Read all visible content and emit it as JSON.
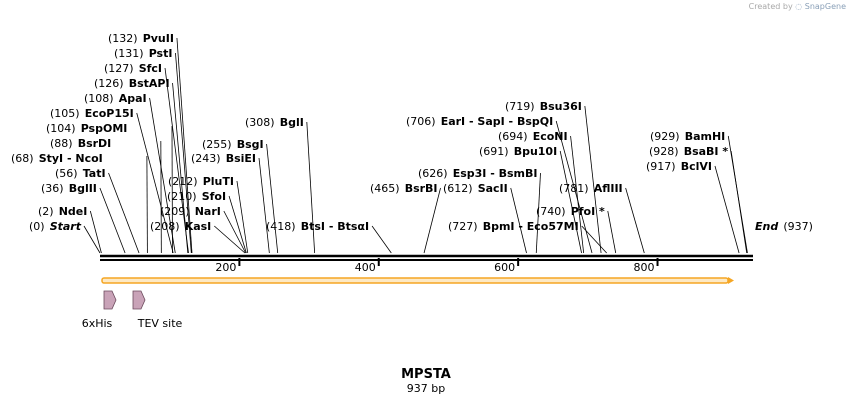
{
  "credit": {
    "prefix": "Created by",
    "brand": "SnapGene"
  },
  "plasmid": {
    "name": "MPSTA",
    "size_label": "937 bp",
    "length": 937
  },
  "scale": {
    "ticks": [
      200,
      400,
      600,
      800
    ]
  },
  "cut_sites": [
    {
      "pos": 132,
      "pos_label": "(132)",
      "names": [
        "PvuII"
      ]
    },
    {
      "pos": 131,
      "pos_label": "(131)",
      "names": [
        "PstI"
      ]
    },
    {
      "pos": 127,
      "pos_label": "(127)",
      "names": [
        "SfcI"
      ]
    },
    {
      "pos": 126,
      "pos_label": "(126)",
      "names": [
        "BstAPI"
      ]
    },
    {
      "pos": 108,
      "pos_label": "(108)",
      "names": [
        "ApaI"
      ]
    },
    {
      "pos": 105,
      "pos_label": "(105)",
      "names": [
        "EcoP15I"
      ]
    },
    {
      "pos": 104,
      "pos_label": "(104)",
      "names": [
        "PspOMI"
      ]
    },
    {
      "pos": 88,
      "pos_label": "(88)",
      "names": [
        "BsrDI"
      ]
    },
    {
      "pos": 68,
      "pos_label": "(68)",
      "names": [
        "StyI",
        "NcoI"
      ]
    },
    {
      "pos": 56,
      "pos_label": "(56)",
      "names": [
        "TatI"
      ]
    },
    {
      "pos": 36,
      "pos_label": "(36)",
      "names": [
        "BglII"
      ]
    },
    {
      "pos": 2,
      "pos_label": "(2)",
      "names": [
        "NdeI"
      ]
    },
    {
      "pos": 0,
      "pos_label": "(0)",
      "names": [
        "Start"
      ],
      "italic": true
    },
    {
      "pos": 308,
      "pos_label": "(308)",
      "names": [
        "BglI"
      ]
    },
    {
      "pos": 255,
      "pos_label": "(255)",
      "names": [
        "BsgI"
      ]
    },
    {
      "pos": 243,
      "pos_label": "(243)",
      "names": [
        "BsiEI"
      ]
    },
    {
      "pos": 212,
      "pos_label": "(212)",
      "names": [
        "PluTI"
      ]
    },
    {
      "pos": 210,
      "pos_label": "(210)",
      "names": [
        "SfoI"
      ]
    },
    {
      "pos": 209,
      "pos_label": "(209)",
      "names": [
        "NarI"
      ]
    },
    {
      "pos": 208,
      "pos_label": "(208)",
      "names": [
        "KasI"
      ]
    },
    {
      "pos": 418,
      "pos_label": "(418)",
      "names": [
        "BtsI",
        "BtsαI"
      ]
    },
    {
      "pos": 465,
      "pos_label": "(465)",
      "names": [
        "BsrBI"
      ]
    },
    {
      "pos": 626,
      "pos_label": "(626)",
      "names": [
        "Esp3I",
        "BsmBI"
      ]
    },
    {
      "pos": 612,
      "pos_label": "(612)",
      "names": [
        "SacII"
      ]
    },
    {
      "pos": 727,
      "pos_label": "(727)",
      "names": [
        "BpmI",
        "Eco57MI"
      ]
    },
    {
      "pos": 706,
      "pos_label": "(706)",
      "names": [
        "EarI",
        "SapI",
        "BspQI"
      ]
    },
    {
      "pos": 719,
      "pos_label": "(719)",
      "names": [
        "Bsu36I"
      ]
    },
    {
      "pos": 694,
      "pos_label": "(694)",
      "names": [
        "EcoNI"
      ]
    },
    {
      "pos": 691,
      "pos_label": "(691)",
      "names": [
        "Bpu10I"
      ]
    },
    {
      "pos": 781,
      "pos_label": "(781)",
      "names": [
        "AflIII"
      ]
    },
    {
      "pos": 740,
      "pos_label": "(740)",
      "names": [
        "PfoI *"
      ]
    },
    {
      "pos": 929,
      "pos_label": "(929)",
      "names": [
        "BamHI"
      ]
    },
    {
      "pos": 928,
      "pos_label": "(928)",
      "names": [
        "BsaBI *"
      ]
    },
    {
      "pos": 917,
      "pos_label": "(917)",
      "names": [
        "BclVI"
      ]
    },
    {
      "pos": 937,
      "pos_label": "(937)",
      "names": [
        "End"
      ],
      "italic": true,
      "pos_after": true
    }
  ],
  "features": [
    {
      "name": "6xHis",
      "color": "#c9a3b8",
      "type": "arrow"
    },
    {
      "name": "TEV site",
      "color": "#c9a3b8",
      "type": "arrow"
    }
  ],
  "orf": {
    "color": "#f5a623",
    "fill": "#fde9c4"
  }
}
